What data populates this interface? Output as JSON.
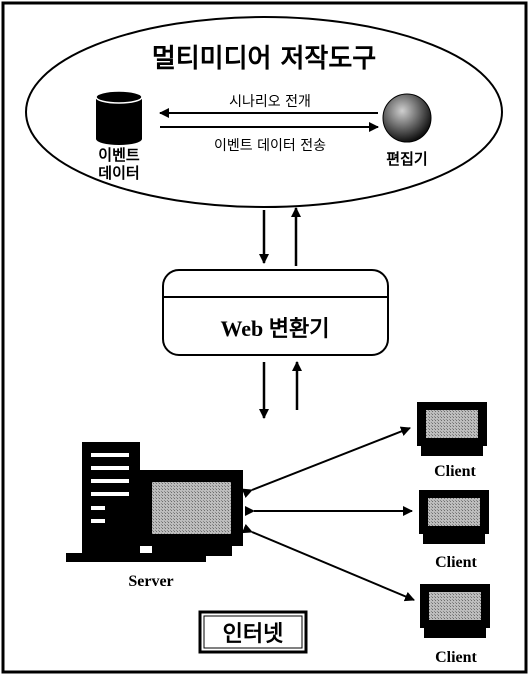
{
  "authoring_tool": {
    "title": "멀티미디어 저작도구",
    "event_data_label_line1": "이벤트",
    "event_data_label_line2": "데이터",
    "scenario_label": "시나리오 전개",
    "transfer_label": "이벤트 데이터 전송",
    "editor_label": "편집기"
  },
  "web_converter": {
    "label": "Web 변환기"
  },
  "server": {
    "label": "Server"
  },
  "clients": [
    {
      "label": "Client"
    },
    {
      "label": "Client"
    },
    {
      "label": "Client"
    }
  ],
  "internet": {
    "label": "인터넷"
  }
}
